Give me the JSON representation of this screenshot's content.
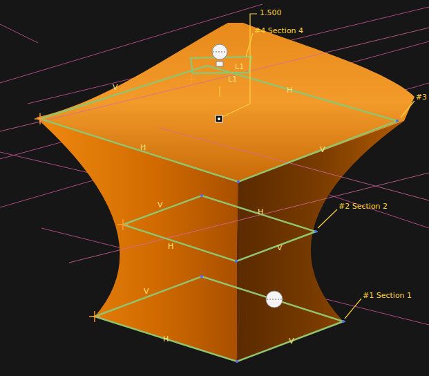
{
  "diagram": {
    "labels": [
      "1.500",
      "#4 Section 4",
      "#3",
      "L1",
      "L1",
      "V",
      "H",
      "H",
      "V",
      "#2 Section 2",
      "V",
      "H",
      "H",
      "V",
      "#1 Section 1",
      "V",
      "H",
      "V"
    ]
  }
}
